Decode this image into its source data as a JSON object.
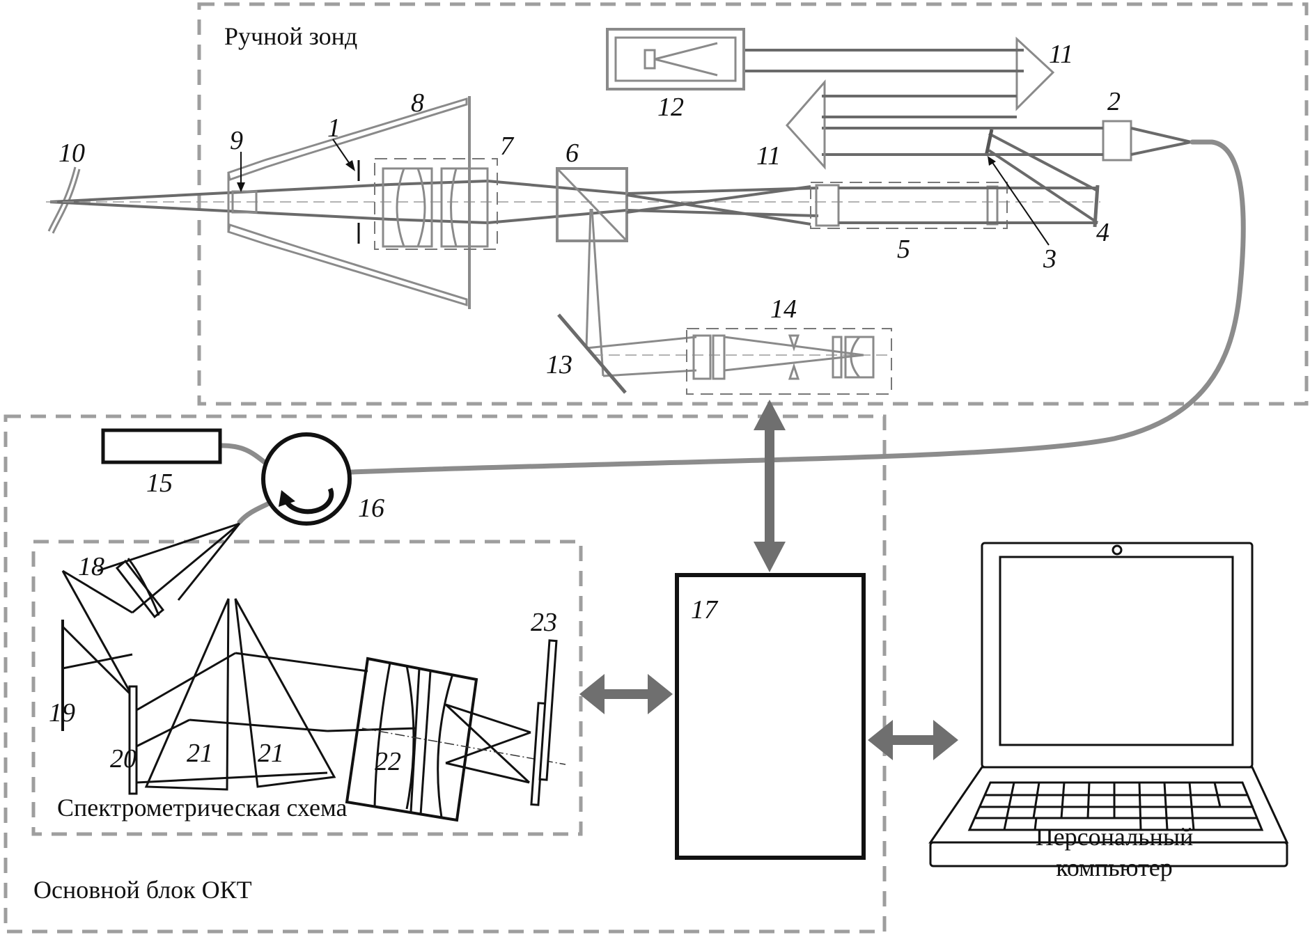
{
  "diagram": {
    "groups": {
      "hand_probe": "Ручной зонд",
      "spectrometer": "Спектрометрическая схема",
      "main_unit": "Основной блок ОКТ",
      "pc_line1": "Персональный",
      "pc_line2": "компьютер"
    },
    "labels": {
      "n1": "1",
      "n2": "2",
      "n3": "3",
      "n4": "4",
      "n5": "5",
      "n6": "6",
      "n7": "7",
      "n8": "8",
      "n9": "9",
      "n10": "10",
      "n11a": "11",
      "n11b": "11",
      "n12": "12",
      "n13": "13",
      "n14": "14",
      "n15": "15",
      "n16": "16",
      "n17": "17",
      "n18": "18",
      "n19": "19",
      "n20": "20",
      "n21a": "21",
      "n21b": "21",
      "n22": "22",
      "n23": "23"
    },
    "colors": {
      "dashed_box": "#9e9e9e",
      "fiber": "#8c8c8c",
      "arrow": "#6f6f6f",
      "ink": "#111111"
    }
  }
}
